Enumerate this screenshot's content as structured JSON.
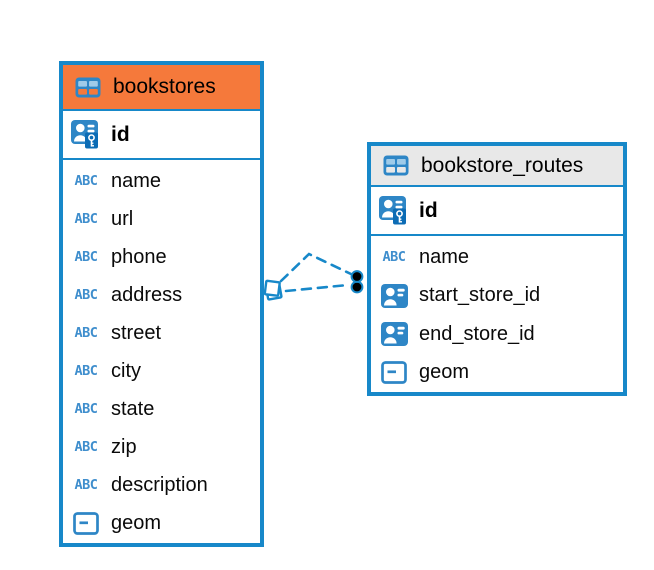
{
  "colors": {
    "accent": "#1788c9",
    "bookstores_header": "#f5793b",
    "routes_header": "#e8e8e8",
    "icon_blue": "#2e86c6",
    "icon_blue_light": "#9fcbe9",
    "icon_badge_blue": "#0c6cb5",
    "connector": "#1788c9",
    "canvas_bg": "#ffffff"
  },
  "icons": {
    "text_type_label": "ABC"
  },
  "tables": [
    {
      "name": "bookstores",
      "columns": [
        {
          "name": "id",
          "type": "primary-key"
        },
        {
          "name": "name",
          "type": "text"
        },
        {
          "name": "url",
          "type": "text"
        },
        {
          "name": "phone",
          "type": "text"
        },
        {
          "name": "address",
          "type": "text"
        },
        {
          "name": "street",
          "type": "text"
        },
        {
          "name": "city",
          "type": "text"
        },
        {
          "name": "state",
          "type": "text"
        },
        {
          "name": "zip",
          "type": "text"
        },
        {
          "name": "description",
          "type": "text"
        },
        {
          "name": "geom",
          "type": "geometry"
        }
      ]
    },
    {
      "name": "bookstore_routes",
      "columns": [
        {
          "name": "id",
          "type": "primary-key"
        },
        {
          "name": "name",
          "type": "text"
        },
        {
          "name": "start_store_id",
          "type": "reference"
        },
        {
          "name": "end_store_id",
          "type": "reference"
        },
        {
          "name": "geom",
          "type": "geometry"
        }
      ]
    }
  ],
  "relationships": {
    "from_table": "bookstores",
    "to_table": "bookstore_routes",
    "line_count": 2,
    "line_style": "dashed"
  }
}
